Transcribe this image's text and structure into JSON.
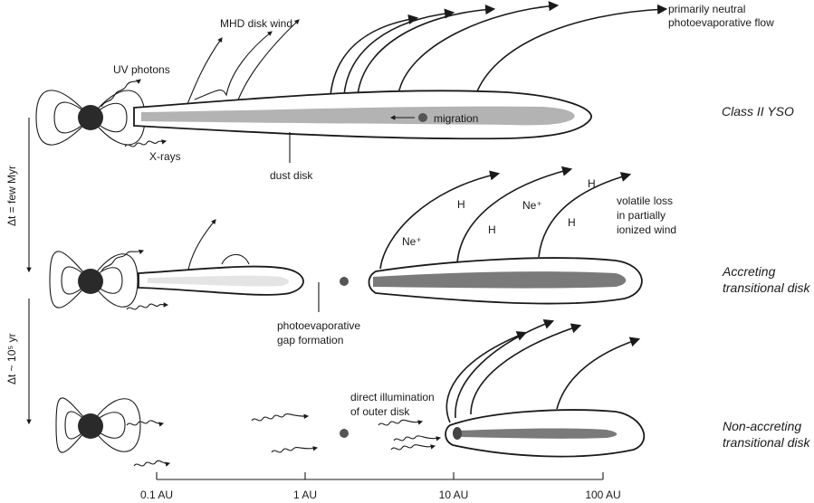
{
  "labels": {
    "uv_photons": "UV photons",
    "mhd_wind": "MHD disk wind",
    "xrays": "X-rays",
    "dust_disk": "dust disk",
    "migration": "migration",
    "neutral_flow_1": "primarily neutral",
    "neutral_flow_2": "photoevaporative flow",
    "gap_1": "photoevaporative",
    "gap_2": "gap formation",
    "volatile_1": "volatile loss",
    "volatile_2": "in partially",
    "volatile_3": "ionized wind",
    "illum_1": "direct illumination",
    "illum_2": "of outer disk",
    "ion_ne1": "Ne⁺",
    "ion_ne2": "Ne⁺",
    "ion_h1": "H",
    "ion_h2": "H",
    "ion_h3": "H",
    "ion_h4": "H"
  },
  "stages": {
    "class2": "Class II YSO",
    "accreting_1": "Accreting",
    "accreting_2": "transitional disk",
    "nonaccreting_1": "Non-accreting",
    "nonaccreting_2": "transitional disk"
  },
  "timeline": {
    "dt1": "Δt = few Myr",
    "dt2": "Δt ~ 10⁵ yr"
  },
  "axis": {
    "ticks": [
      "0.1 AU",
      "1 AU",
      "10 AU",
      "100 AU"
    ]
  },
  "colors": {
    "ink": "#1a1a1a",
    "dust_light": "#b3b3b3",
    "dust_pale": "#e4e4e4",
    "dust_dark": "#7a7a7a"
  }
}
